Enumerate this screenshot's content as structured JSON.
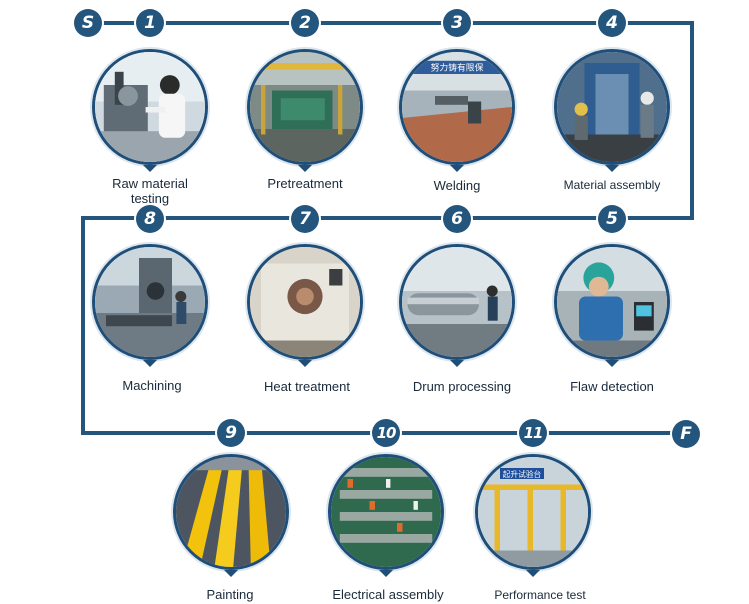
{
  "markers": {
    "start": "S",
    "finish": "F",
    "steps": [
      "1",
      "2",
      "3",
      "4",
      "5",
      "6",
      "7",
      "8",
      "9",
      "10",
      "11"
    ]
  },
  "steps": [
    {
      "number": "1",
      "label": "Raw material\ntesting"
    },
    {
      "number": "2",
      "label": "Pretreatment"
    },
    {
      "number": "3",
      "label": "Welding"
    },
    {
      "number": "4",
      "label": "Material assembly"
    },
    {
      "number": "5",
      "label": "Flaw detection"
    },
    {
      "number": "6",
      "label": "Drum processing"
    },
    {
      "number": "7",
      "label": "Heat treatment"
    },
    {
      "number": "8",
      "label": "Machining"
    },
    {
      "number": "9",
      "label": "Painting"
    },
    {
      "number": "10",
      "label": "Electrical assembly"
    },
    {
      "number": "11",
      "label": "Performance test"
    }
  ],
  "photo_texts": {
    "welding_banner": "努力铸有限保",
    "performance_sign": "起升试验台"
  },
  "colors": {
    "line": "#23557d",
    "marker_fill": "#23557d",
    "photo_border": "#1f4e78"
  }
}
